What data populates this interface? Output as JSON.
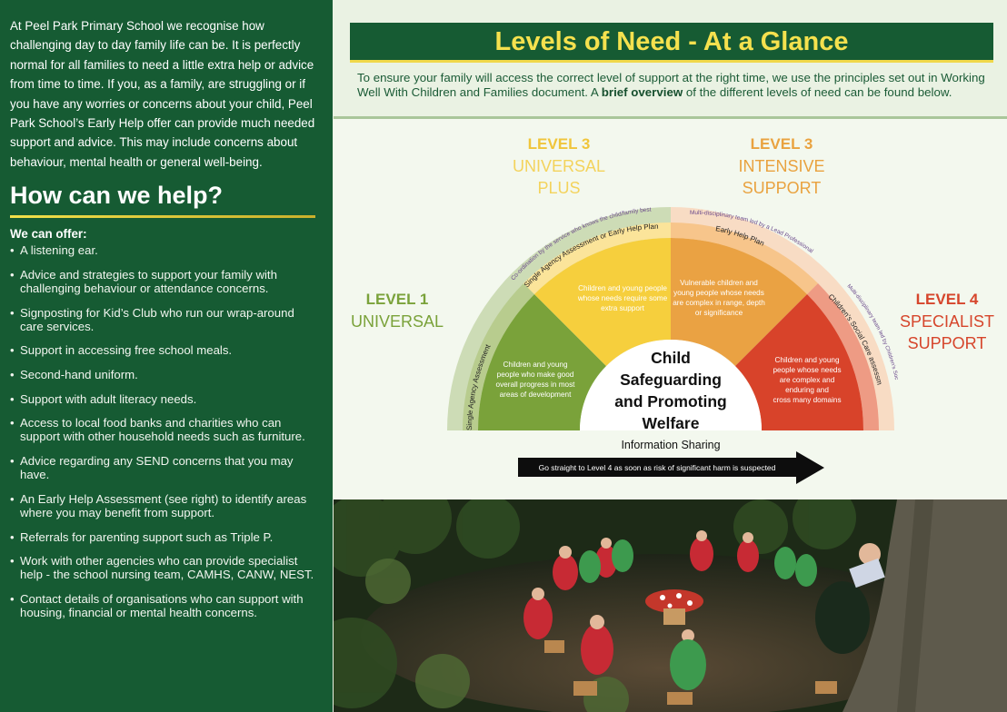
{
  "left": {
    "intro": "At Peel Park Primary School we recognise how challenging day to day family life can be. It is perfectly normal for all families to need a little extra help or advice from time to time. If you, as a family, are struggling or if you have any worries or concerns about your child, Peel Park School’s Early Help offer can provide much needed support and advice. This may include concerns about behaviour, mental health or general well-being.",
    "help_title": "How can we help?",
    "offer_title": "We can offer:",
    "bullet": "•",
    "offers": [
      "A listening ear.",
      "Advice and strategies to support your family with challenging behaviour or attendance concerns.",
      "Signposting for Kid’s Club who run our wrap-around care services.",
      "Support in accessing free school meals.",
      "Second-hand uniform.",
      "Support with adult literacy needs.",
      "Access to local food banks and charities who can support with other household needs such as furniture.",
      "Advice regarding any SEND concerns that you may have.",
      "An Early Help Assessment (see right) to identify areas where you may benefit from support.",
      "Referrals for parenting support such as Triple P.",
      "Work with other agencies who can provide specialist help - the school nursing team, CAMHS, CANW, NEST.",
      "Contact details of organisations who can support with housing, financial or mental health concerns."
    ]
  },
  "header": {
    "title": "Levels of Need - At a Glance",
    "lead_pre": "To ensure your family will access the correct level of support at the right time, we use the principles set out in Working Well With Children and Families document. A ",
    "lead_bold": "brief overview",
    "lead_post": " of the different levels of need can be found below."
  },
  "levels": {
    "l1": {
      "num": "LEVEL 1",
      "name": "UNIVERSAL",
      "color": "#7aa23a"
    },
    "l3a": {
      "num": "LEVEL 3",
      "name1": "UNIVERSAL",
      "name2": "PLUS",
      "color": "#f3cd3c"
    },
    "l3b": {
      "num": "LEVEL 3",
      "name1": "INTENSIVE",
      "name2": "SUPPORT",
      "color": "#e9a23f"
    },
    "l4": {
      "num": "LEVEL 4",
      "name1": "SPECIALIST",
      "name2": "SUPPORT",
      "color": "#d6452b"
    }
  },
  "segments": {
    "green": [
      "Children and young",
      "people who make good",
      "overall progress in most",
      "areas of development"
    ],
    "yellow": [
      "Children and young people",
      "whose needs require some",
      "extra support"
    ],
    "orange": [
      "Vulnerable children and",
      "young people whose needs",
      "are complex in range, depth",
      "or significance"
    ],
    "red": [
      "Children and young",
      "people whose needs",
      "are complex and",
      "enduring and",
      "cross many domains"
    ]
  },
  "band_labels": {
    "green": "Single Agency Assessment",
    "yellow_inner": "Single Agency Assessment or Early Help Plan",
    "yellow_outer": "Co-ordination by the service who knows the child/family best",
    "orange_inner": "Early Help Plan",
    "orange_outer": "Multi-disciplinary team led by a Lead Professional",
    "red_inner": "Children’s Social Care assessment",
    "red_outer": "Multi-disciplinary team led by Children’s Social Care Lead Professional"
  },
  "center": {
    "line1": "Child",
    "line2": "Safeguarding",
    "line3": "and Promoting",
    "line4": "Welfare",
    "sub": "Information Sharing"
  },
  "arrow_text": "Go straight to Level 4 as soon as risk of significant harm is suspected",
  "colors": {
    "brand_green": "#165b33",
    "accent_yellow": "#f5e14e"
  }
}
